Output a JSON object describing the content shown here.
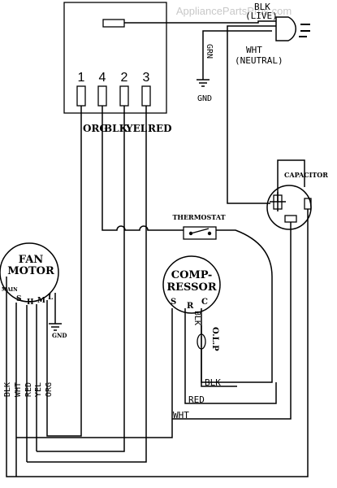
{
  "watermark": "AppliancePartsPros.com",
  "plug": {
    "live_color": "BLK",
    "live_label": "(LIVE)",
    "neutral_color": "WHT",
    "neutral_label": "(NEUTRAL)",
    "ground_color": "GRN",
    "ground_label": "GND"
  },
  "switch": {
    "terminals": [
      "1",
      "4",
      "2",
      "3"
    ],
    "wire_colors": [
      "ORG",
      "BLK",
      "YEL",
      "RED"
    ]
  },
  "thermostat": {
    "label": "THERMOSTAT"
  },
  "capacitor": {
    "label": "CAPACITOR"
  },
  "compressor": {
    "label_line1": "COMP-",
    "label_line2": "RESSOR",
    "terminals": [
      "S",
      "R",
      "C"
    ]
  },
  "olp": {
    "label": "O.L.P",
    "wire_color": "BLK"
  },
  "fan_motor": {
    "label_line1": "FAN",
    "label_line2": "MOTOR",
    "main_label": "MAIN",
    "terminals": [
      "S",
      "H",
      "M",
      "L"
    ],
    "ground_label": "GND"
  },
  "bottom_wires": [
    "BLK",
    "WHT",
    "RED",
    "YEL",
    "ORG"
  ],
  "compressor_wires": {
    "blk": "BLK",
    "red": "RED",
    "wht": "WHT"
  }
}
